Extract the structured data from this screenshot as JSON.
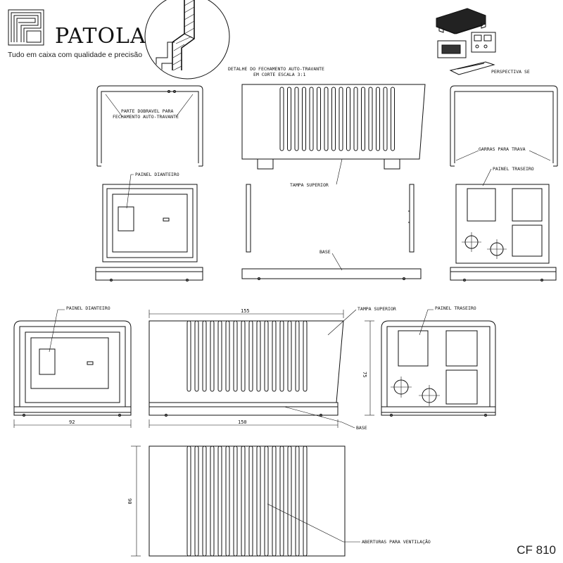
{
  "brand": {
    "name": "PATOLA",
    "tagline": "Tudo em caixa com qualidade e precisão"
  },
  "model": "CF 810",
  "labels": {
    "detail_line1": "DETALHE DO FECHAMENTO AUTO-TRAVANTE",
    "detail_line2": "EM CORTE ESCALA 3:1",
    "perspective": "PERSPECTIVA SE",
    "fold_line1": "PARTE DOBRAVEL PARA",
    "fold_line2": "FECHAMENTO AUTO-TRAVANTE",
    "claws": "GARRAS PARA TRAVA",
    "front_panel_top": "PAINEL DIANTEIRO",
    "top_cover_top": "TAMPA SUPERIOR",
    "rear_panel_top": "PAINEL TRASEIRO",
    "base_top": "BASE",
    "front_panel": "PAINEL DIANTEIRO",
    "top_cover": "TAMPA SUPERIOR",
    "rear_panel": "PAINEL TRASEIRO",
    "base": "BASE",
    "vents": "ABERTURAS PARA VENTILAÇÃO"
  },
  "dimensions": {
    "length_top": "155",
    "length_base": "150",
    "width": "92",
    "height": "75",
    "depth": "90"
  }
}
